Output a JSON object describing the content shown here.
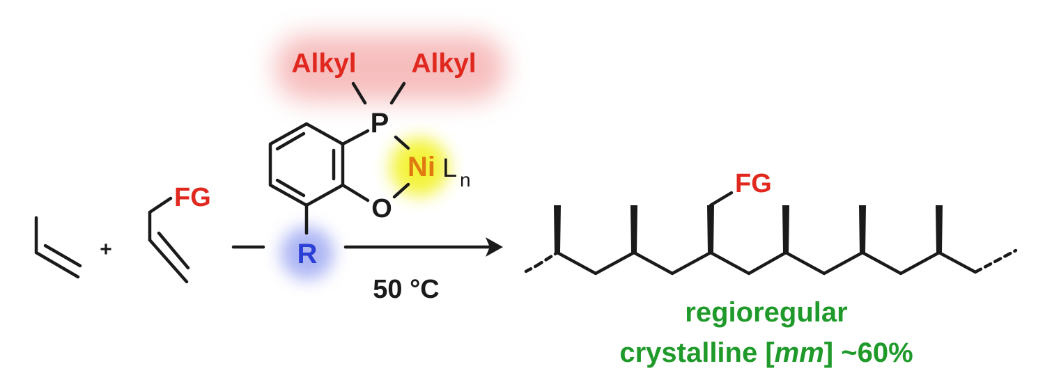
{
  "labels": {
    "alkyl_left": "Alkyl",
    "alkyl_right": "Alkyl",
    "phosphorus": "P",
    "nickel": "Ni",
    "ligand": "L",
    "ligand_subscript": "n",
    "oxygen": "O",
    "substituent": "R",
    "functional_group_monomer": "FG",
    "functional_group_polymer": "FG",
    "plus": "+",
    "condition": "50 °C",
    "product_line1": "regioregular",
    "product_line2_prefix": "crystalline [",
    "product_line2_italic": "mm",
    "product_line2_suffix": "] ~60%"
  },
  "colors": {
    "alkyl_glow": "#f4a8a8",
    "nickel_glow": "#f2f226",
    "substituent_glow": "#9ea8f2",
    "red_text": "#e0281e",
    "blue_text": "#2b3fd6",
    "green_text": "#1f9a2a",
    "nickel_text": "#e07a10",
    "bonds": "#1a1a1a"
  }
}
